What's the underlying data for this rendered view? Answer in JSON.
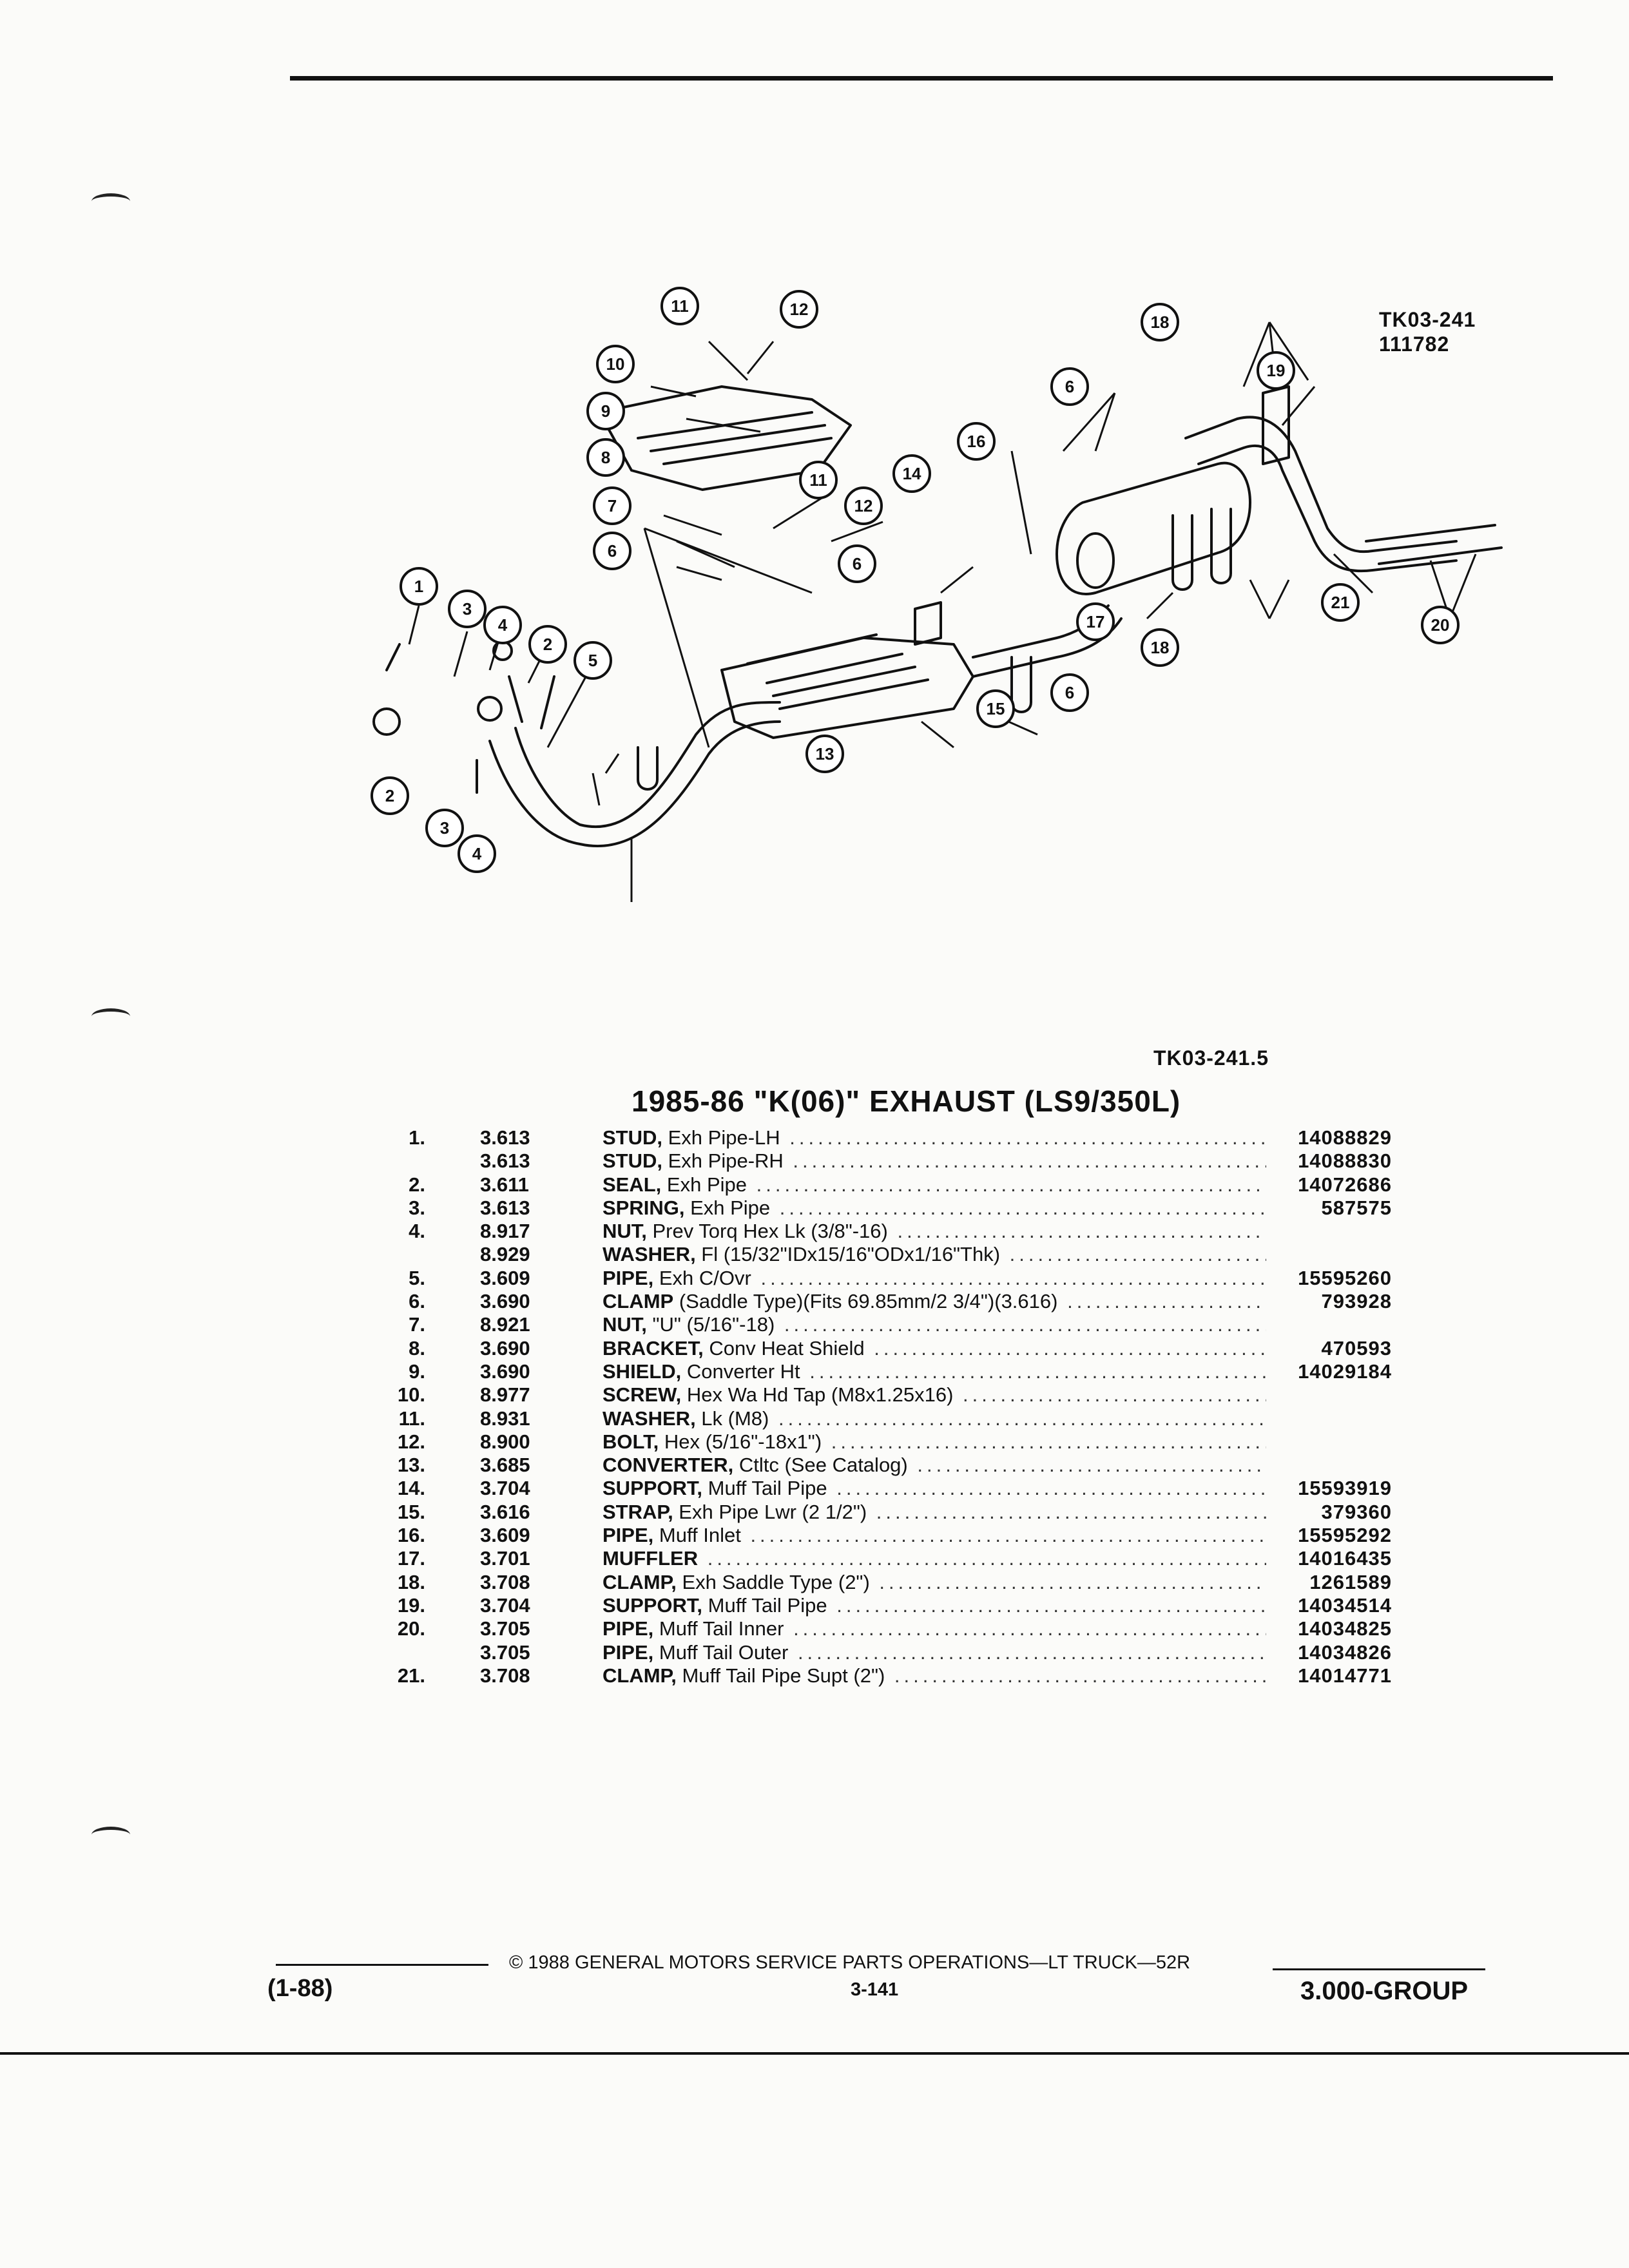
{
  "figure": {
    "code_top": "TK03-241",
    "code_num": "111782",
    "code_bottom": "TK03-241.5",
    "callouts": [
      "1",
      "2",
      "3",
      "4",
      "5",
      "6",
      "7",
      "8",
      "9",
      "10",
      "11",
      "12",
      "13",
      "14",
      "15",
      "16",
      "17",
      "18",
      "19",
      "20",
      "21"
    ]
  },
  "title": "1985-86 \"K(06)\" EXHAUST (LS9/350L)",
  "parts": [
    {
      "num": "1.",
      "grp": "3.613",
      "name": "STUD,",
      "desc": " Exh Pipe-LH",
      "pn": "14088829"
    },
    {
      "num": "",
      "grp": "3.613",
      "name": "STUD,",
      "desc": " Exh Pipe-RH",
      "pn": "14088830"
    },
    {
      "num": "2.",
      "grp": "3.611",
      "name": "SEAL,",
      "desc": " Exh Pipe",
      "pn": "14072686"
    },
    {
      "num": "3.",
      "grp": "3.613",
      "name": "SPRING,",
      "desc": " Exh Pipe",
      "pn": "587575"
    },
    {
      "num": "4.",
      "grp": "8.917",
      "name": "NUT,",
      "desc": " Prev Torq Hex Lk (3/8\"-16)",
      "pn": ""
    },
    {
      "num": "",
      "grp": "8.929",
      "name": "WASHER,",
      "desc": " Fl (15/32\"IDx15/16\"ODx1/16\"Thk)",
      "pn": ""
    },
    {
      "num": "5.",
      "grp": "3.609",
      "name": "PIPE,",
      "desc": " Exh C/Ovr",
      "pn": "15595260"
    },
    {
      "num": "6.",
      "grp": "3.690",
      "name": "CLAMP",
      "desc": " (Saddle Type)(Fits 69.85mm/2 3/4\")(3.616)",
      "pn": "793928"
    },
    {
      "num": "7.",
      "grp": "8.921",
      "name": "NUT,",
      "desc": " \"U\" (5/16\"-18)",
      "pn": ""
    },
    {
      "num": "8.",
      "grp": "3.690",
      "name": "BRACKET,",
      "desc": " Conv Heat Shield",
      "pn": "470593"
    },
    {
      "num": "9.",
      "grp": "3.690",
      "name": "SHIELD,",
      "desc": " Converter Ht",
      "pn": "14029184"
    },
    {
      "num": "10.",
      "grp": "8.977",
      "name": "SCREW,",
      "desc": " Hex Wa Hd Tap (M8x1.25x16)",
      "pn": ""
    },
    {
      "num": "11.",
      "grp": "8.931",
      "name": "WASHER,",
      "desc": " Lk (M8)",
      "pn": ""
    },
    {
      "num": "12.",
      "grp": "8.900",
      "name": "BOLT,",
      "desc": " Hex (5/16\"-18x1\")",
      "pn": ""
    },
    {
      "num": "13.",
      "grp": "3.685",
      "name": "CONVERTER,",
      "desc": " Ctltc (See Catalog)",
      "pn": ""
    },
    {
      "num": "14.",
      "grp": "3.704",
      "name": "SUPPORT,",
      "desc": " Muff Tail Pipe",
      "pn": "15593919"
    },
    {
      "num": "15.",
      "grp": "3.616",
      "name": "STRAP,",
      "desc": " Exh Pipe Lwr (2 1/2\")",
      "pn": "379360"
    },
    {
      "num": "16.",
      "grp": "3.609",
      "name": "PIPE,",
      "desc": " Muff Inlet",
      "pn": "15595292"
    },
    {
      "num": "17.",
      "grp": "3.701",
      "name": "MUFFLER",
      "desc": "",
      "pn": "14016435"
    },
    {
      "num": "18.",
      "grp": "3.708",
      "name": "CLAMP,",
      "desc": " Exh Saddle Type (2\")",
      "pn": "1261589"
    },
    {
      "num": "19.",
      "grp": "3.704",
      "name": "SUPPORT,",
      "desc": " Muff Tail Pipe",
      "pn": "14034514"
    },
    {
      "num": "20.",
      "grp": "3.705",
      "name": "PIPE,",
      "desc": " Muff Tail Inner",
      "pn": "14034825"
    },
    {
      "num": "",
      "grp": "3.705",
      "name": "PIPE,",
      "desc": " Muff Tail Outer",
      "pn": "14034826"
    },
    {
      "num": "21.",
      "grp": "3.708",
      "name": "CLAMP,",
      "desc": " Muff Tail Pipe Supt (2\")",
      "pn": "14014771"
    }
  ],
  "footer": {
    "edition": "(1-88)",
    "copyright": "© 1988 GENERAL MOTORS SERVICE PARTS OPERATIONS—LT TRUCK—52R",
    "page": "3-141",
    "group": "3.000-GROUP"
  }
}
